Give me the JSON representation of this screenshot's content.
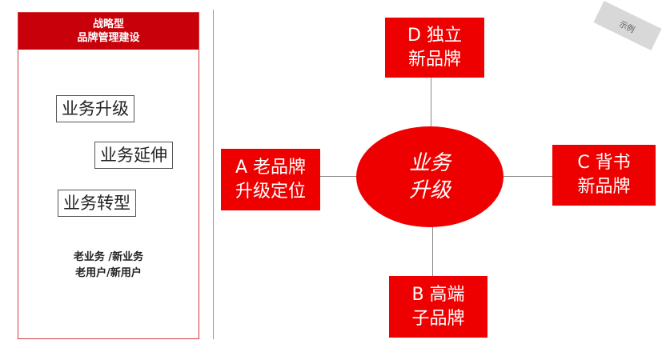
{
  "panel": {
    "header_line1": "战略型",
    "header_line2": "品牌管理建设",
    "stages": [
      "业务升级",
      "业务延伸",
      "业务转型"
    ],
    "notes": [
      "老业务 /新业务",
      "老用户/新用户"
    ]
  },
  "center": {
    "line1": "业务",
    "line2": "升级"
  },
  "boxes": {
    "a": {
      "line1": "A 老品牌",
      "line2": "升级定位"
    },
    "b": {
      "line1": "B 高端",
      "line2": "子品牌"
    },
    "c": {
      "line1": "C 背书",
      "line2": "新品牌"
    },
    "d": {
      "line1": "D 独立",
      "line2": "新品牌"
    }
  },
  "tag": "示例",
  "colors": {
    "accent_red": "#ee0000",
    "header_red": "#c8000a",
    "connector_gray": "#8a8a8a"
  }
}
